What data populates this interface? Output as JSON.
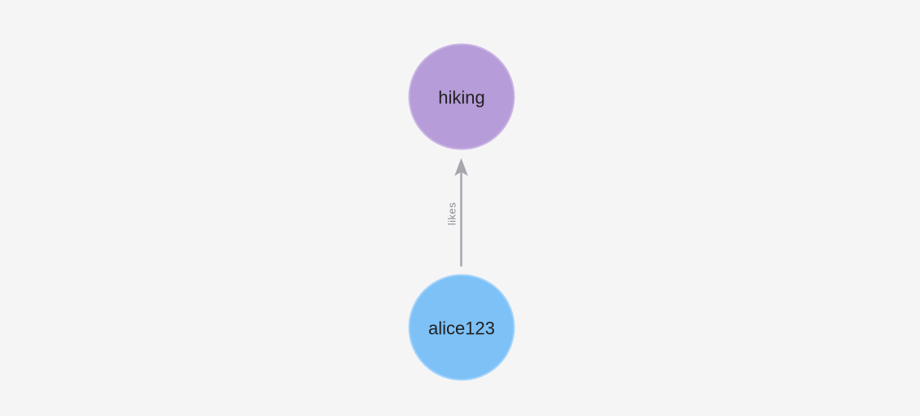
{
  "canvas": {
    "background": "#f5f5f6"
  },
  "graph": {
    "type": "directed-node-link",
    "nodes": [
      {
        "label": "hiking",
        "fill": "#b69cd8",
        "border": "#c9b3e3",
        "label_color": "#212121"
      },
      {
        "label": "alice123",
        "fill": "#7dc1f7",
        "border": "#a2d2fa",
        "label_color": "#212121"
      }
    ],
    "edges": [
      {
        "from": "alice123",
        "to": "hiking",
        "label": "likes",
        "direction": "up",
        "color": "#a6a7ae",
        "label_color": "#8b8b92"
      }
    ]
  }
}
